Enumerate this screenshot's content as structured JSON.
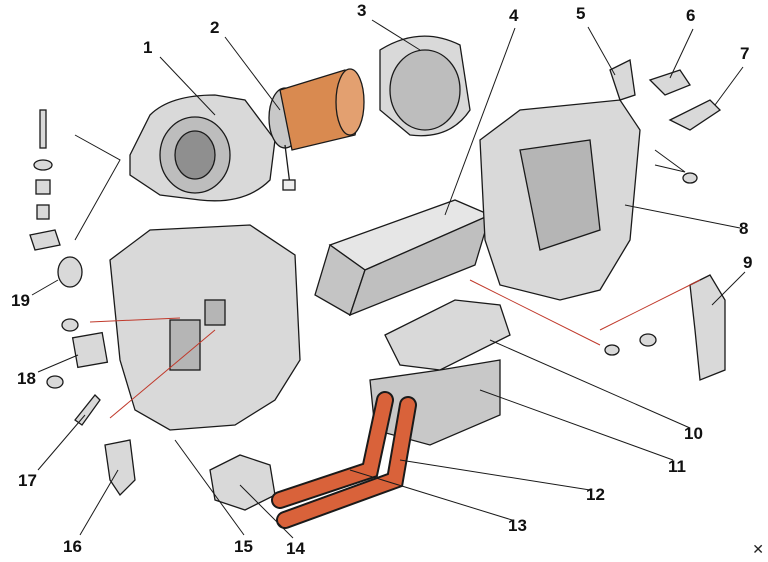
{
  "diagram": {
    "callouts": [
      "1",
      "2",
      "3",
      "4",
      "5",
      "6",
      "7",
      "8",
      "9",
      "10",
      "11",
      "12",
      "13",
      "14",
      "15",
      "16",
      "17",
      "18",
      "19"
    ]
  },
  "colors": {
    "part_fill": "#d9d9d9",
    "part_shade": "#a9a9a9",
    "outline": "#1a1a1a",
    "hose": "#d9623a",
    "coil": "#d98a50",
    "leader_red": "#c0392b"
  },
  "icons": {
    "corner": "tools-icon"
  }
}
